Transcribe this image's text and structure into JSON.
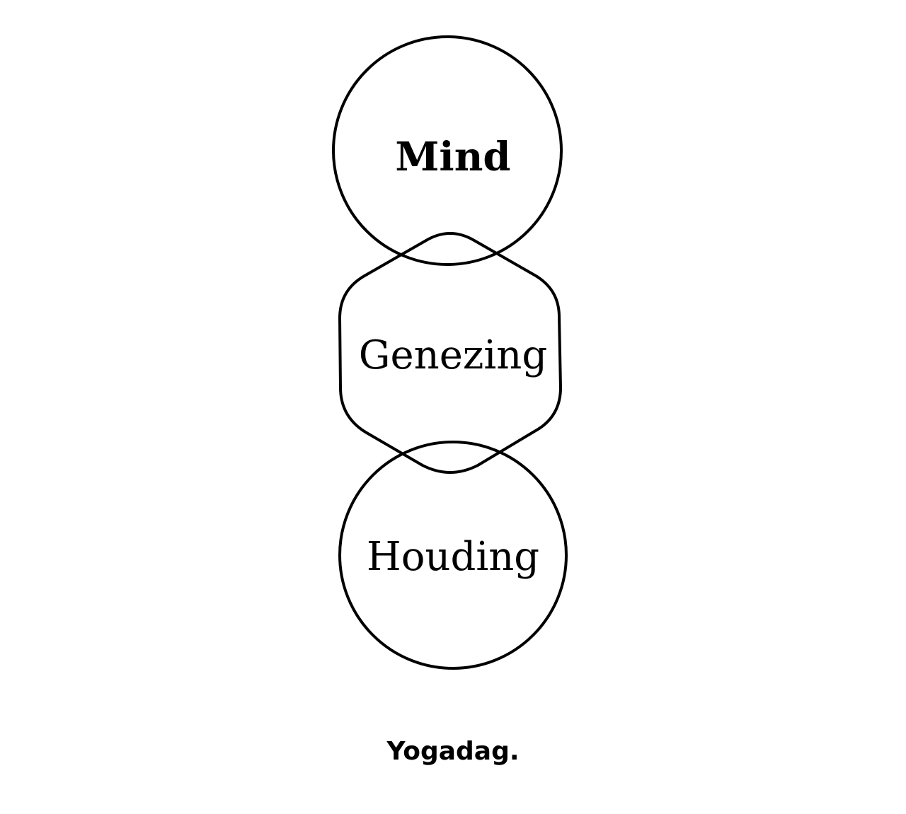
{
  "diagram": {
    "nodes": [
      {
        "id": "mind",
        "label": "Mind",
        "shape": "circle"
      },
      {
        "id": "genezing",
        "label": "Genezing",
        "shape": "rounded-hexagon"
      },
      {
        "id": "houding",
        "label": "Houding",
        "shape": "circle"
      }
    ],
    "stroke_color": "#000000",
    "background_color": "#ffffff"
  },
  "footer": {
    "brand": "Yogadag."
  }
}
